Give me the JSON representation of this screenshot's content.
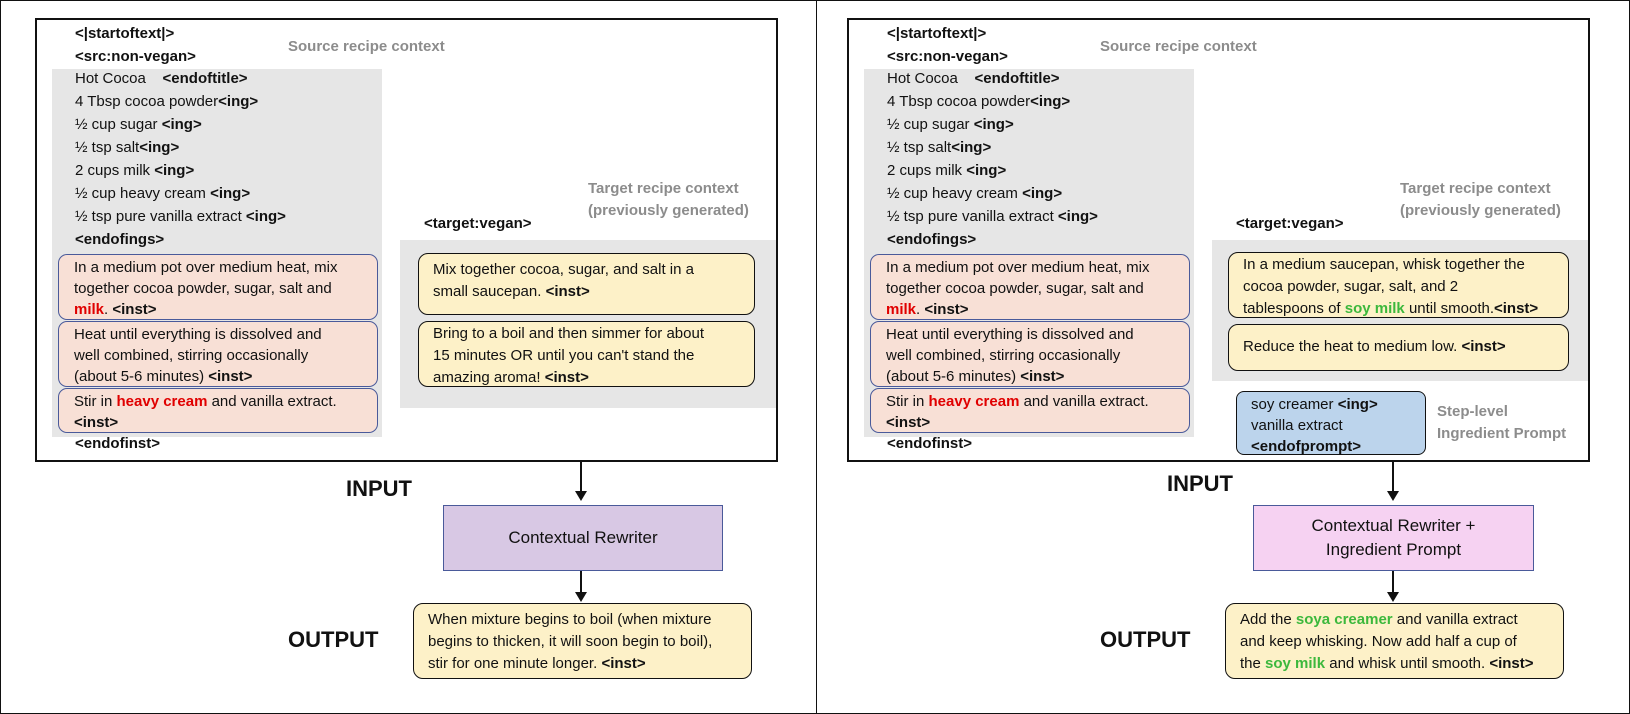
{
  "left": {
    "header": [
      "<|startoftext|>",
      "<src:non-vegan>"
    ],
    "source_context_label": "Source recipe context",
    "title_line": {
      "text": "Hot Cocoa",
      "tag": "<endoftitle>"
    },
    "ingredients": [
      {
        "text": "4 Tbsp cocoa powder",
        "tag": "<ing>"
      },
      {
        "text": "½ cup sugar ",
        "tag": "<ing>"
      },
      {
        "text": "½ tsp salt",
        "tag": "<ing>"
      },
      {
        "text": "2 cups milk ",
        "tag": "<ing>"
      },
      {
        "text": "½ cup heavy cream ",
        "tag": "<ing>"
      },
      {
        "text": "½ tsp pure vanilla extract  ",
        "tag": "<ing>"
      }
    ],
    "endofings": "<endofings>",
    "src_steps": {
      "s1_l1": "In a medium pot over medium heat, mix",
      "s1_l2": "together cocoa powder, sugar, salt and",
      "s1_red": "milk",
      "s1_after": ". ",
      "s1_tag": "<inst>",
      "s2_l1": "Heat until everything is dissolved and",
      "s2_l2": "well combined, stirring occasionally",
      "s2_l3": "(about 5-6 minutes) ",
      "s2_tag": "<inst>",
      "s3_pre": "Stir in ",
      "s3_red": "heavy cream",
      "s3_post": " and vanilla extract.",
      "s3_tag": "<inst>"
    },
    "endofinst": "<endofinst>",
    "target_context_label_1": "Target recipe context",
    "target_context_label_2": "(previously generated)",
    "target_tag": "<target:vegan>",
    "tgt_steps": {
      "t1_l1": "Mix together cocoa, sugar, and salt in a",
      "t1_l2": "small saucepan. ",
      "t1_tag": "<inst>",
      "t2_l1": "Bring to a boil and then simmer for about",
      "t2_l2": "15 minutes OR until you can't stand the",
      "t2_l3": "amazing aroma! ",
      "t2_tag": "<inst>"
    },
    "input_label": "INPUT",
    "model_label": "Contextual Rewriter",
    "output_label": "OUTPUT",
    "output": {
      "l1": "When mixture begins to boil (when mixture",
      "l2": "begins to thicken, it will soon begin to boil),",
      "l3": "stir for one minute longer. ",
      "tag": "<inst>"
    }
  },
  "right": {
    "header": [
      "<|startoftext|>",
      "<src:non-vegan>"
    ],
    "source_context_label": "Source recipe context",
    "title_line": {
      "text": "Hot Cocoa",
      "tag": "<endoftitle>"
    },
    "ingredients": [
      {
        "text": "4 Tbsp cocoa powder",
        "tag": "<ing>"
      },
      {
        "text": "½ cup sugar ",
        "tag": "<ing>"
      },
      {
        "text": "½ tsp salt",
        "tag": "<ing>"
      },
      {
        "text": "2 cups milk ",
        "tag": "<ing>"
      },
      {
        "text": "½ cup heavy cream ",
        "tag": "<ing>"
      },
      {
        "text": "½ tsp pure vanilla extract  ",
        "tag": "<ing>"
      }
    ],
    "endofings": "<endofings>",
    "src_steps": {
      "s1_l1": "In a medium pot over medium heat, mix",
      "s1_l2": "together cocoa powder, sugar, salt and",
      "s1_red": "milk",
      "s1_after": ". ",
      "s1_tag": "<inst>",
      "s2_l1": "Heat until everything is dissolved and",
      "s2_l2": "well combined, stirring occasionally",
      "s2_l3": "(about 5-6 minutes) ",
      "s2_tag": "<inst>",
      "s3_pre": "Stir in ",
      "s3_red": "heavy cream",
      "s3_post": " and vanilla extract.",
      "s3_tag": "<inst>"
    },
    "endofinst": "<endofinst>",
    "target_context_label_1": "Target recipe context",
    "target_context_label_2": "(previously generated)",
    "target_tag": "<target:vegan>",
    "tgt_steps": {
      "t1_l1": "In a medium saucepan, whisk together the",
      "t1_l2": "cocoa powder, sugar, salt, and 2",
      "t1_l3_pre": "tablespoons of ",
      "t1_l3_green": "soy milk",
      "t1_l3_post": " until smooth.",
      "t1_tag": "<inst>",
      "t2_l1": "Reduce the heat to medium low. ",
      "t2_tag": "<inst>"
    },
    "prompt_box": {
      "l1": "soy creamer ",
      "l1_tag": "<ing>",
      "l2": "vanilla extract",
      "l3_tag": "<endofprompt>"
    },
    "step_label_1": "Step-level",
    "step_label_2": "Ingredient Prompt",
    "input_label": "INPUT",
    "model_label_1": "Contextual Rewriter +",
    "model_label_2": "Ingredient Prompt",
    "output_label": "OUTPUT",
    "output": {
      "l1_pre": "Add the ",
      "l1_green": "soya creamer",
      "l1_post": " and vanilla extract",
      "l2": "and keep whisking. Now add half a cup of",
      "l3_pre": "the ",
      "l3_green": "soy milk",
      "l3_post": " and whisk until smooth. ",
      "tag": "<inst>"
    }
  },
  "colors": {
    "gray_panel": "#e6e6e6",
    "source_step_fill": "#f8e0d6",
    "target_step_fill": "#fdf1c8",
    "prompt_fill": "#bcd4ec",
    "model_left_fill": "#d8c8e4",
    "model_right_fill": "#f6d2f2",
    "highlight_red": "#e00000",
    "highlight_green": "#3cb83c"
  }
}
